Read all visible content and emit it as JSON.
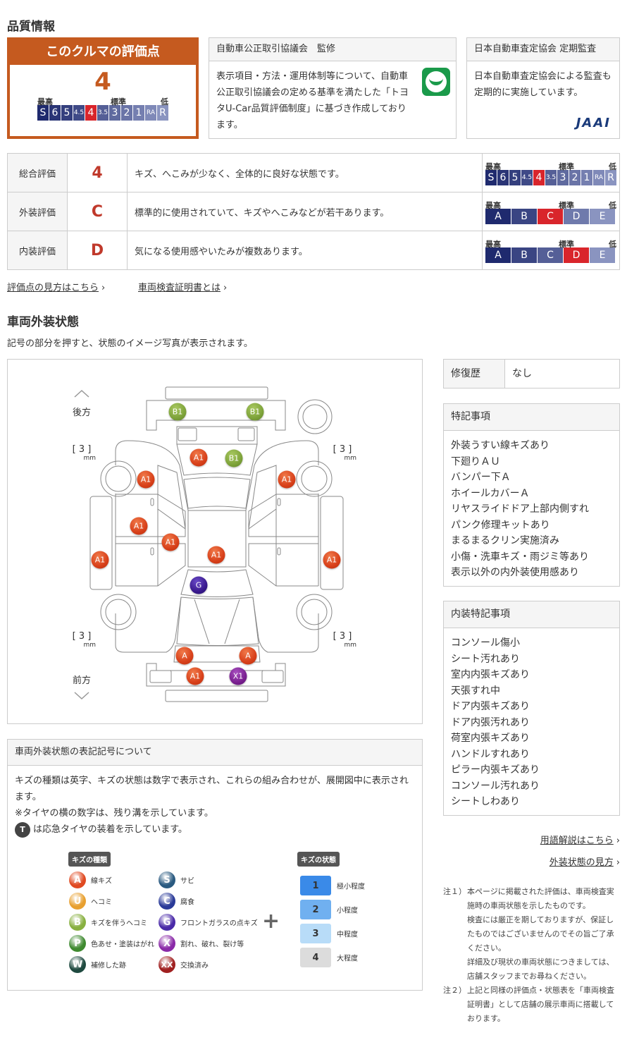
{
  "quality_title": "品質情報",
  "score_box": {
    "header": "このクルマの評価点",
    "score": "4",
    "label_high": "最高",
    "label_std": "標準",
    "label_low": "低"
  },
  "scale_overall": {
    "items": [
      "S",
      "6",
      "5",
      "4.5",
      "4",
      "3.5",
      "3",
      "2",
      "1",
      "RA",
      "R"
    ],
    "selected": "4"
  },
  "scale_grade": {
    "items": [
      "A",
      "B",
      "C",
      "D",
      "E"
    ]
  },
  "colors": {
    "accent": "#c55a1f",
    "selected": "#d9252b",
    "navy": "#1f2a6e",
    "grade_text": "#c0392b"
  },
  "jaai_fair": {
    "title": "自動車公正取引協議会　監修",
    "body": "表示項目・方法・運用体制等について、自動車公正取引協議会の定める基準を満たした「トヨタU-Car品質評価制度」に基づき作成しております。"
  },
  "jaai_audit": {
    "title": "日本自動車査定協会 定期監査",
    "body": "日本自動車査定協会による監査も定期的に実施しています。",
    "logo": "JAAI"
  },
  "evaluations": [
    {
      "label": "総合評価",
      "grade": "4",
      "desc": "キズ、へこみが少なく、全体的に良好な状態です。"
    },
    {
      "label": "外装評価",
      "grade": "C",
      "desc": "標準的に使用されていて、キズやへこみなどが若干あります。"
    },
    {
      "label": "内装評価",
      "grade": "D",
      "desc": "気になる使用感やいたみが複数あります。"
    }
  ],
  "links": {
    "score_guide": "評価点の見方はこちら",
    "certificate": "車両検査証明書とは",
    "glossary": "用語解説はこちら",
    "exterior_guide": "外装状態の見方"
  },
  "exterior": {
    "title": "車両外装状態",
    "desc": "記号の部分を押すと、状態のイメージ写真が表示されます。",
    "rear": "後方",
    "front": "前方",
    "tread": "3",
    "unit": "mm",
    "markers": [
      "B1",
      "B1",
      "A1",
      "B1",
      "A1",
      "A1",
      "A1",
      "A1",
      "A1",
      "A1",
      "A1",
      "G",
      "A",
      "A",
      "A1",
      "X1"
    ]
  },
  "repair": {
    "label": "修復歴",
    "value": "なし"
  },
  "special": {
    "title": "特記事項",
    "items": [
      "外装うすい線キズあり",
      "下廻りＡＵ",
      "バンパー下Ａ",
      "ホイールカバーＡ",
      "リヤスライドドア上部内側すれ",
      "パンク修理キットあり",
      "まるまるクリン実施済み",
      "小傷・洗車キズ・雨ジミ等あり",
      "表示以外の内外装使用感あり"
    ]
  },
  "interior": {
    "title": "内装特記事項",
    "items": [
      "コンソール傷小",
      "シート汚れあり",
      "室内内張キズあり",
      "天張すれ中",
      "ドア内張キズあり",
      "ドア内張汚れあり",
      "荷室内張キズあり",
      "ハンドルすれあり",
      "ピラー内張キズあり",
      "コンソール汚れあり",
      "シートしわあり"
    ]
  },
  "legend": {
    "title": "車両外装状態の表記記号について",
    "line1": "キズの種類は英字、キズの状態は数字で表示され、これらの組み合わせが、展開図中に表示されます。",
    "line2": "※タイヤの横の数字は、残り溝を示しています。",
    "t_icon": "T",
    "line3": "は応急タイヤの装着を示しています。",
    "types_label": "キズの種類",
    "types": [
      {
        "code": "A",
        "name": "線キズ",
        "color": "#e04a22"
      },
      {
        "code": "U",
        "name": "ヘコミ",
        "color": "#e8a030"
      },
      {
        "code": "B",
        "name": "キズを伴うヘコミ",
        "color": "#88b040"
      },
      {
        "code": "P",
        "name": "色あせ・塗装はがれ",
        "color": "#3f8a30"
      },
      {
        "code": "W",
        "name": "補修した跡",
        "color": "#1f4a40"
      },
      {
        "code": "S",
        "name": "サビ",
        "color": "#2a5a80"
      },
      {
        "code": "C",
        "name": "腐食",
        "color": "#2a3a98"
      },
      {
        "code": "G",
        "name": "フロントガラスの点キズ",
        "color": "#4a2aa8"
      },
      {
        "code": "X",
        "name": "割れ、破れ、裂け等",
        "color": "#8a2aa8"
      },
      {
        "code": "XX",
        "name": "交換済み",
        "color": "#a02020"
      }
    ],
    "plus": "+",
    "states_label": "キズの状態",
    "states": [
      {
        "code": "1",
        "name": "極小程度",
        "color": "#3a8ae8"
      },
      {
        "code": "2",
        "name": "小程度",
        "color": "#70b0f0"
      },
      {
        "code": "3",
        "name": "中程度",
        "color": "#b8dcf8"
      },
      {
        "code": "4",
        "name": "大程度",
        "color": "#dcdcdc"
      }
    ]
  },
  "notes": [
    {
      "no": "注１）",
      "text": "本ページに掲載された評価は、車両検査実施時の車両状態を示したものです。"
    },
    {
      "no": "",
      "text": "検査には厳正を期しておりますが、保証したものではございませんのでその旨ご了承ください。"
    },
    {
      "no": "",
      "text": "詳細及び現状の車両状態につきましては、店舗スタッフまでお尋ねください。"
    },
    {
      "no": "注２）",
      "text": "上記と同様の評価点・状態表を「車両検査証明書」として店舗の展示車両に搭載しております。"
    }
  ]
}
